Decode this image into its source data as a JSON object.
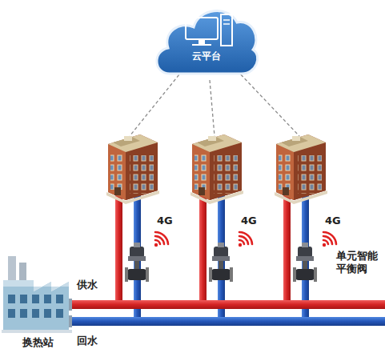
{
  "diagram": {
    "nodes": [
      {
        "text": [
          "云平台"
        ]
      },
      {
        "text": [
          "换热站"
        ]
      }
    ],
    "labels": [
      "供水",
      "回水",
      "4G",
      "4G",
      "4G",
      "单元智能平衡阀"
    ]
  }
}
